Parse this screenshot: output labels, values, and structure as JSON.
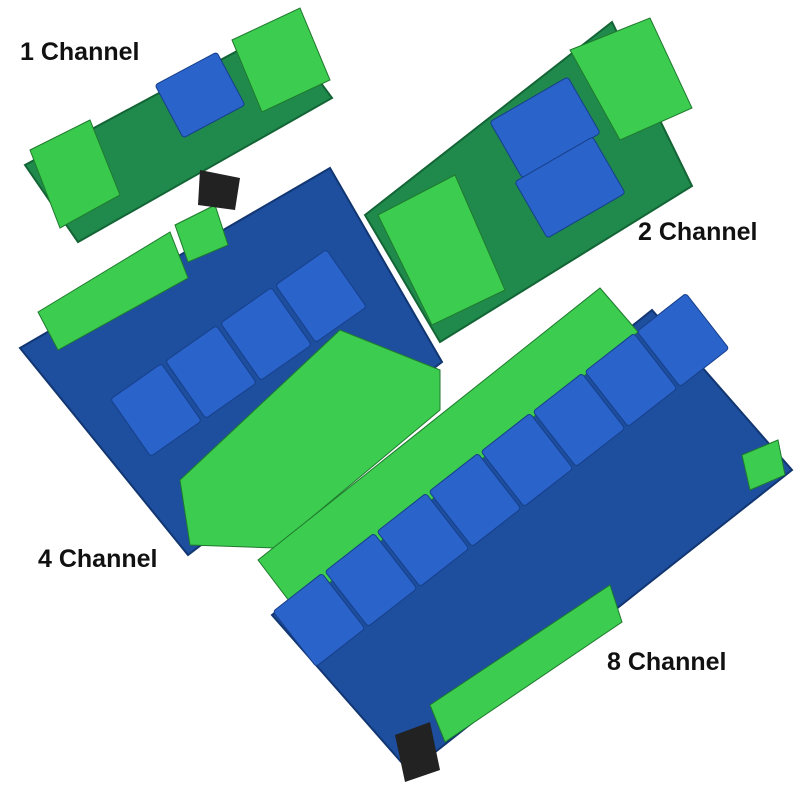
{
  "labels": {
    "one": "1 Channel",
    "two": "2 Channel",
    "four": "4 Channel",
    "eight": "8 Channel"
  },
  "colors": {
    "green_board": "#1f8a4c",
    "blue_board": "#1d4f9e",
    "relay_blue": "#2a63c9",
    "terminal_green": "#3ccc4f",
    "background": "#ffffff"
  },
  "products": [
    {
      "name": "1 Channel",
      "relays": 1,
      "board": "green"
    },
    {
      "name": "2 Channel",
      "relays": 2,
      "board": "green"
    },
    {
      "name": "4 Channel",
      "relays": 4,
      "board": "blue"
    },
    {
      "name": "8 Channel",
      "relays": 8,
      "board": "blue"
    }
  ]
}
